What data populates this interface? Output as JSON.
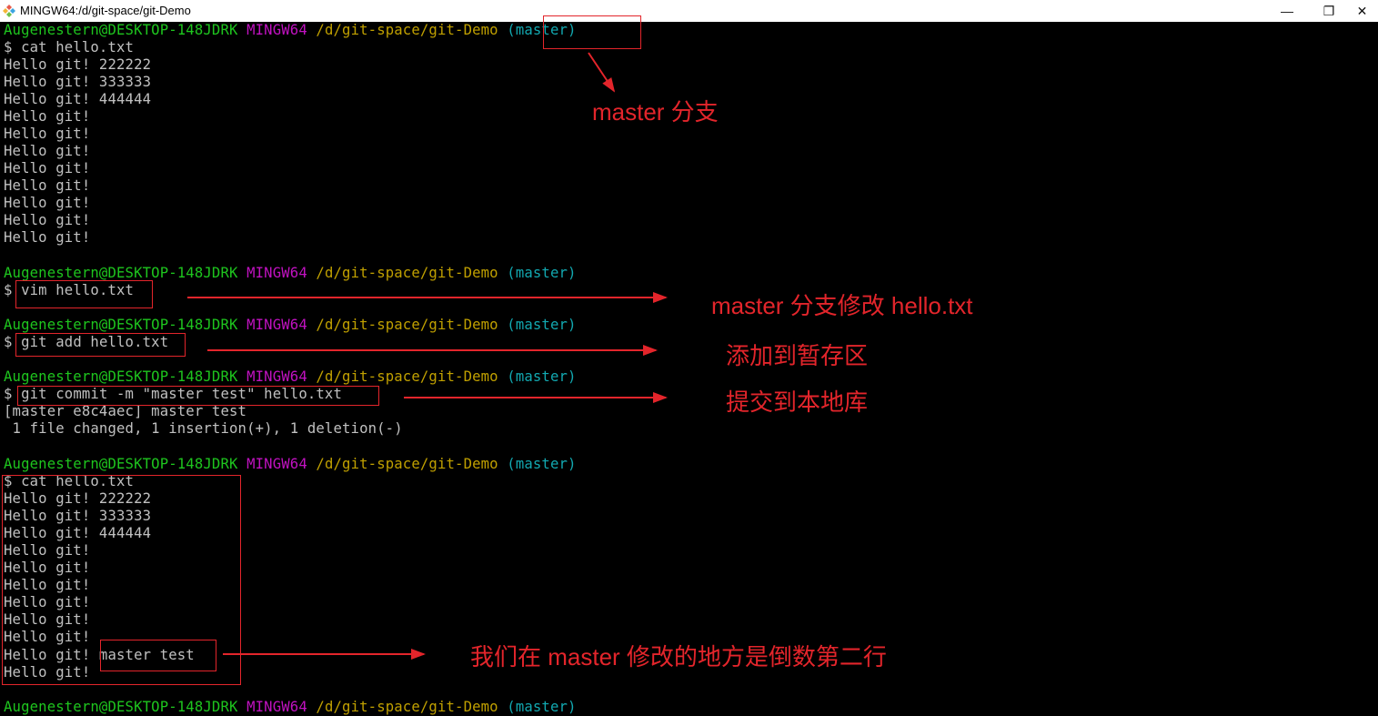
{
  "window": {
    "title": "MINGW64:/d/git-space/git-Demo",
    "controls": {
      "minimize": "—",
      "maximize": "❐",
      "close": "✕"
    }
  },
  "prompt": {
    "user_host": "Augenestern@DESKTOP-148JDRK",
    "system": "MINGW64",
    "path": "/d/git-space/git-Demo",
    "branch": "(master)"
  },
  "blocks": {
    "cat1": {
      "command": "$ cat hello.txt",
      "output": [
        "Hello git! 222222",
        "Hello git! 333333",
        "Hello git! 444444",
        "Hello git!",
        "Hello git!",
        "Hello git!",
        "Hello git!",
        "Hello git!",
        "Hello git!",
        "Hello git!",
        "Hello git!"
      ]
    },
    "vim": {
      "dollar": "$",
      "command": "vim hello.txt"
    },
    "add": {
      "dollar": "$",
      "command": "git add hello.txt"
    },
    "commit": {
      "dollar": "$",
      "command": "git commit -m \"master test\" hello.txt",
      "output": [
        "[master e8c4aec] master test",
        " 1 file changed, 1 insertion(+), 1 deletion(-)"
      ]
    },
    "cat2": {
      "command": "$ cat hello.txt",
      "output": [
        "Hello git! 222222",
        "Hello git! 333333",
        "Hello git! 444444",
        "Hello git!",
        "Hello git!",
        "Hello git!",
        "Hello git!",
        "Hello git!",
        "Hello git!"
      ],
      "modified_prefix": "Hello git! ",
      "modified_text": "master test",
      "last_line": "Hello git!"
    }
  },
  "annotations": {
    "branch_note": "master 分支",
    "vim_note": "master 分支修改 hello.txt",
    "add_note": "添加到暂存区",
    "commit_note": "提交到本地库",
    "diff_note": "我们在 master 修改的地方是倒数第二行"
  },
  "colors": {
    "annotation_red": "#e3252b",
    "user_green": "#1ec51e",
    "system_magenta": "#c012c0",
    "path_yellow": "#c0a000",
    "branch_cyan": "#12a8b0",
    "text_gray": "#c0c0c0"
  }
}
